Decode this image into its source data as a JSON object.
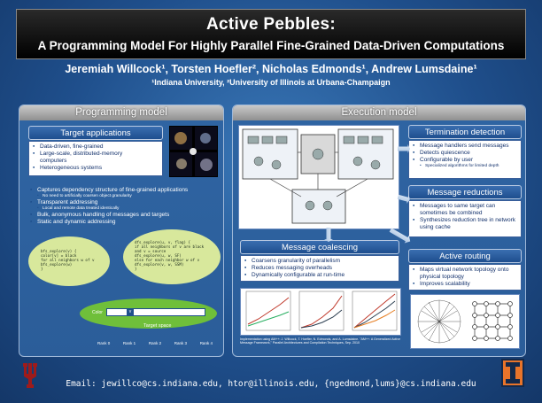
{
  "header": {
    "title": "Active Pebbles:",
    "subtitle": "A Programming Model For Highly Parallel Fine-Grained Data-Driven Computations",
    "authors": "Jeremiah Willcock¹, Torsten Hoefler², Nicholas Edmonds¹, Andrew Lumsdaine¹",
    "affiliations": "¹Indiana University, ²University of Illinois at Urbana-Champaign"
  },
  "programming_model": {
    "title": "Programming model",
    "target_applications": {
      "title": "Target applications",
      "items": [
        "Data-driven, fine-grained",
        "Large-scale, distributed-memory computers",
        "Heterogeneous systems"
      ]
    },
    "bullets": [
      {
        "text": "Captures dependency structure of fine-grained applications",
        "sub": "No need to artificially coarsen object granularity"
      },
      {
        "text": "Transparent addressing",
        "sub": "Local and remote data treated identically"
      },
      {
        "text": "Bulk, anonymous handling of messages and targets",
        "sub": ""
      },
      {
        "text": "Static and dynamic addressing",
        "sub": ""
      }
    ],
    "code_left": [
      "bfs_explore(v) {",
      "  color[v] = black",
      "  for all neighbors w of v",
      "    bfs_explore(w)",
      "}"
    ],
    "code_right": [
      "dfs_explore(u, v, flag) {",
      "  if all neighbors of v are black",
      "    and v = source",
      "  dfs_explore(u, w, SF)",
      "  else for each neighbor w of v",
      "    dfs_explore(v, w, SSM)",
      "}"
    ],
    "diagram": {
      "color_label": "Color",
      "cell_label": "v",
      "target_space": "Target space",
      "ranks": [
        "Rank 0",
        "Rank 1",
        "Rank 2",
        "Rank 3",
        "Rank 4"
      ]
    }
  },
  "execution_model": {
    "title": "Execution model",
    "termination": {
      "title": "Termination detection",
      "items": [
        {
          "text": "Message handlers send messages",
          "sub": false
        },
        {
          "text": "Detects quiescence",
          "sub": false
        },
        {
          "text": "Configurable by user",
          "sub": false
        },
        {
          "text": "Specialized algorithms for limited depth",
          "sub": true
        }
      ]
    },
    "reductions": {
      "title": "Message reductions",
      "items": [
        "Messages to same target can sometimes be combined",
        "Synthesizes reduction tree in network using cache"
      ]
    },
    "coalescing": {
      "title": "Message coalescing",
      "items": [
        "Coarsens granularity of parallelism",
        "Reduces messaging overheads",
        "Dynamically configurable at run-time"
      ]
    },
    "routing": {
      "title": "Active routing",
      "items": [
        "Maps virtual network topology onto physical topology",
        "Improves scalability"
      ]
    },
    "footnote": "Implementation using AM++: J. Willcock, T. Hoefler, N. Edmonds, and A. Lumsdaine. \"AM++: A Generalized Active Message Framework,\" Parallel Architectures and Compilation Techniques, Sep. 2010"
  },
  "footer": {
    "email": "Email: jewillco@cs.indiana.edu, htor@illinois.edu, {ngedmond,lums}@cs.indiana.edu",
    "logo_left": "IU",
    "logo_right": "I"
  },
  "colors": {
    "background": "#1f4f8c",
    "panel": "#2f65a3",
    "box_text": "#12306b",
    "iu_red": "#9e1b1b",
    "illinois_orange": "#e8742a",
    "illinois_navy": "#13294b",
    "bubble": "#d8e89c",
    "ground": "#6fbf3a"
  }
}
